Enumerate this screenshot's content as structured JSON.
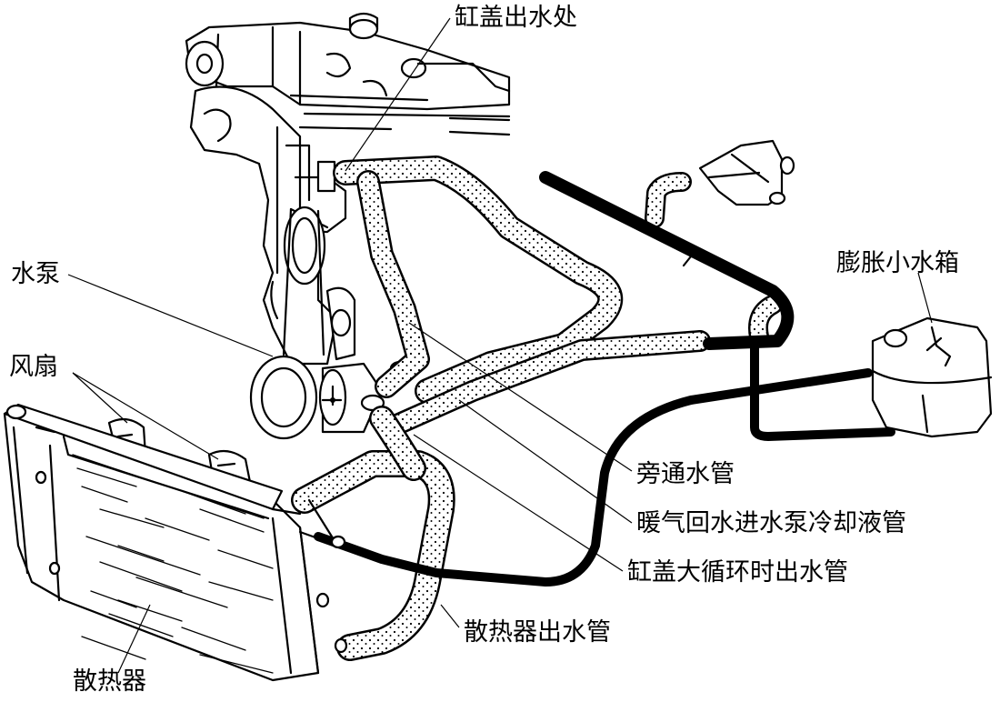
{
  "labels": {
    "cylinder_head_outlet": "缸盖出水处",
    "water_pump": "水泵",
    "fan": "风扇",
    "expansion_tank": "膨胀小水箱",
    "bypass_pipe": "旁通水管",
    "heater_return_pipe": "暖气回水进水泵冷却液管",
    "head_big_cycle_outlet_pipe": "缸盖大循环时出水管",
    "radiator_outlet_pipe": "散热器出水管",
    "radiator": "散热器"
  }
}
